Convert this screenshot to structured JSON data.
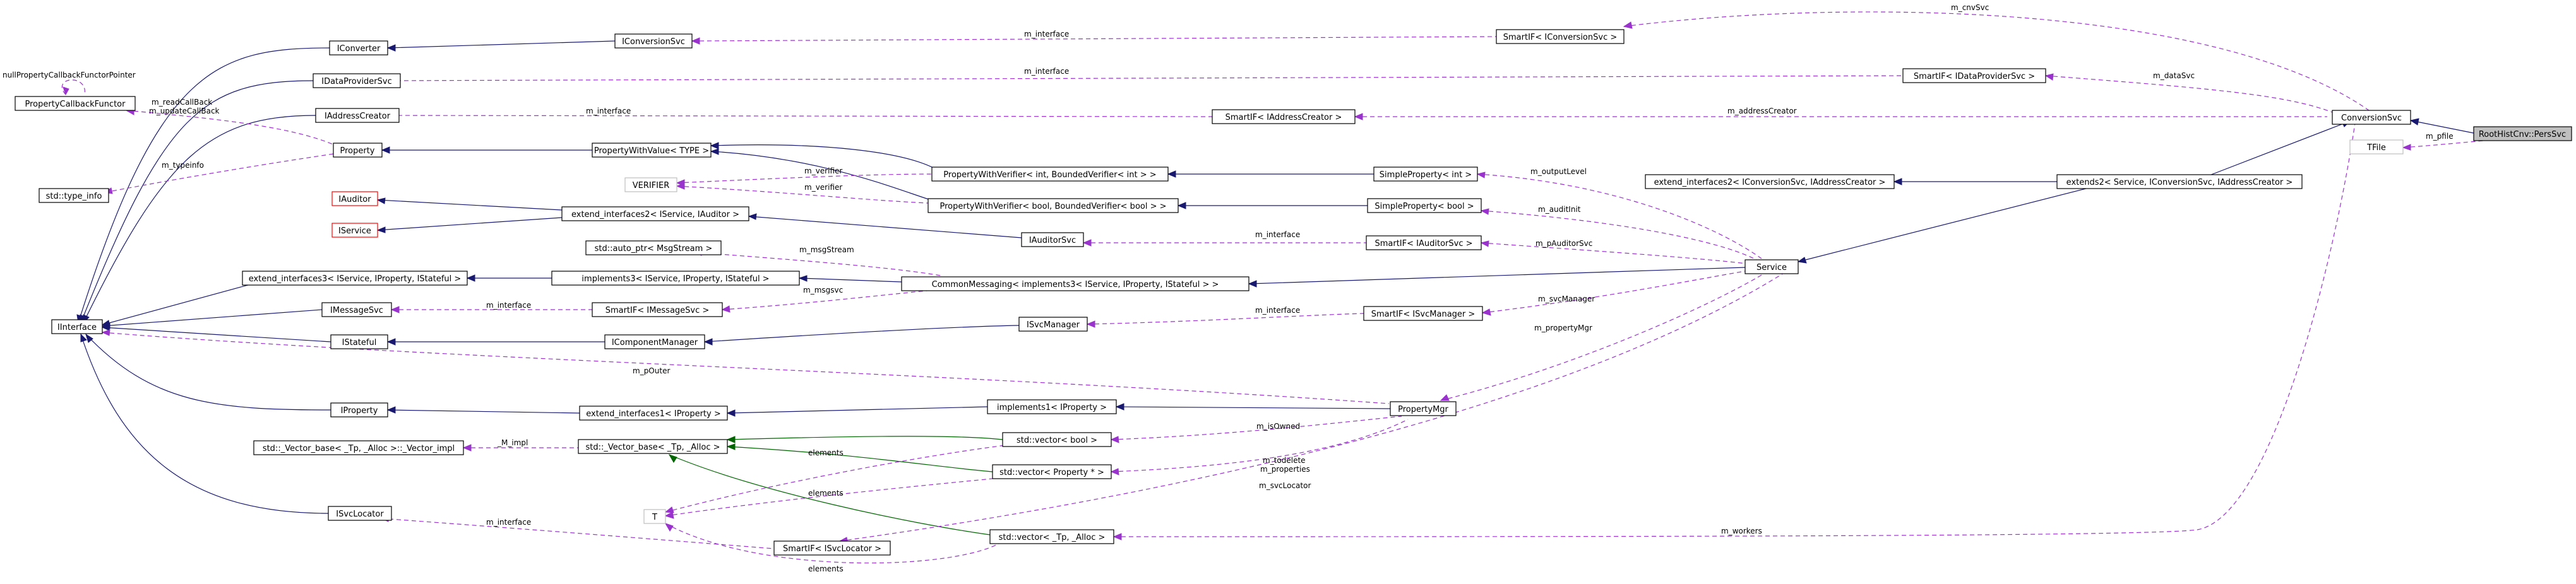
{
  "nodes": [
    {
      "id": "root",
      "label": "RootHistCnv::PersSvc",
      "style": "hl"
    },
    {
      "id": "conv",
      "label": "ConversionSvc",
      "style": ""
    },
    {
      "id": "tfile",
      "label": "TFile",
      "style": "gray"
    },
    {
      "id": "ext2",
      "label": "extends2< Service, IConversionSvc, IAddressCreator >",
      "style": ""
    },
    {
      "id": "eif2",
      "label": "extend_interfaces2< IConversionSvc, IAddressCreator >",
      "style": ""
    },
    {
      "id": "service",
      "label": "Service",
      "style": ""
    },
    {
      "id": "sfconv",
      "label": "SmartIF< IConversionSvc >",
      "style": ""
    },
    {
      "id": "sfdp",
      "label": "SmartIF< IDataProviderSvc >",
      "style": ""
    },
    {
      "id": "sfac",
      "label": "SmartIF< IAddressCreator >",
      "style": ""
    },
    {
      "id": "iconvsvc",
      "label": "IConversionSvc",
      "style": ""
    },
    {
      "id": "iconverter",
      "label": "IConverter",
      "style": ""
    },
    {
      "id": "idps",
      "label": "IDataProviderSvc",
      "style": ""
    },
    {
      "id": "iac",
      "label": "IAddressCreator",
      "style": ""
    },
    {
      "id": "pcf",
      "label": "PropertyCallbackFunctor",
      "style": ""
    },
    {
      "id": "property",
      "label": "Property",
      "style": ""
    },
    {
      "id": "pwv",
      "label": "PropertyWithValue< TYPE >",
      "style": ""
    },
    {
      "id": "typeinfo",
      "label": "std::type_info",
      "style": ""
    },
    {
      "id": "pwvint",
      "label": "PropertyWithVerifier< int, BoundedVerifier< int > >",
      "style": ""
    },
    {
      "id": "pwvbool",
      "label": "PropertyWithVerifier< bool, BoundedVerifier< bool > >",
      "style": ""
    },
    {
      "id": "verifier",
      "label": "VERIFIER",
      "style": "gray"
    },
    {
      "id": "spint",
      "label": "SimpleProperty< int >",
      "style": ""
    },
    {
      "id": "spbool",
      "label": "SimpleProperty< bool >",
      "style": ""
    },
    {
      "id": "iauditor",
      "label": "IAuditor",
      "style": "red"
    },
    {
      "id": "iservice",
      "label": "IService",
      "style": "red"
    },
    {
      "id": "eif2ia",
      "label": "extend_interfaces2< IService, IAuditor >",
      "style": ""
    },
    {
      "id": "iauditorsvc",
      "label": "IAuditorSvc",
      "style": ""
    },
    {
      "id": "sfauditor",
      "label": "SmartIF< IAuditorSvc >",
      "style": ""
    },
    {
      "id": "eif3",
      "label": "extend_interfaces3< IService, IProperty, IStateful >",
      "style": ""
    },
    {
      "id": "impl3",
      "label": "implements3< IService, IProperty, IStateful >",
      "style": ""
    },
    {
      "id": "autoptr",
      "label": "std::auto_ptr< MsgStream >",
      "style": ""
    },
    {
      "id": "cm",
      "label": "CommonMessaging< implements3< IService, IProperty, IStateful > >",
      "style": ""
    },
    {
      "id": "imsgsvc",
      "label": "IMessageSvc",
      "style": ""
    },
    {
      "id": "sfmsg",
      "label": "SmartIF< IMessageSvc >",
      "style": ""
    },
    {
      "id": "iinterface",
      "label": "IInterface",
      "style": ""
    },
    {
      "id": "istateful",
      "label": "IStateful",
      "style": ""
    },
    {
      "id": "icm",
      "label": "IComponentManager",
      "style": ""
    },
    {
      "id": "isvcmgr",
      "label": "ISvcManager",
      "style": ""
    },
    {
      "id": "sfsvcmgr",
      "label": "SmartIF< ISvcManager >",
      "style": ""
    },
    {
      "id": "iproperty",
      "label": "IProperty",
      "style": ""
    },
    {
      "id": "eif1",
      "label": "extend_interfaces1< IProperty >",
      "style": ""
    },
    {
      "id": "impl1",
      "label": "implements1< IProperty >",
      "style": ""
    },
    {
      "id": "propmgr",
      "label": "PropertyMgr",
      "style": ""
    },
    {
      "id": "vbimpl",
      "label": "std::_Vector_base< _Tp, _Alloc >::_Vector_impl",
      "style": ""
    },
    {
      "id": "vb",
      "label": "std::_Vector_base< _Tp, _Alloc >",
      "style": ""
    },
    {
      "id": "vbool",
      "label": "std::vector< bool >",
      "style": ""
    },
    {
      "id": "vprop",
      "label": "std::vector< Property * >",
      "style": ""
    },
    {
      "id": "vtp",
      "label": "std::vector< _Tp, _Alloc >",
      "style": ""
    },
    {
      "id": "isvcloc",
      "label": "ISvcLocator",
      "style": ""
    },
    {
      "id": "T",
      "label": "T",
      "style": "gray"
    },
    {
      "id": "sfsvcloc",
      "label": "SmartIF< ISvcLocator >",
      "style": ""
    }
  ],
  "edge_labels": {
    "cnvSvc": "m_cnvSvc",
    "interface": "m_interface",
    "dataSvc": "m_dataSvc",
    "addressCreator": "m_addressCreator",
    "pfile": "m_pfile",
    "nullPCFP": "nullPropertyCallbackFunctorPointer",
    "readCallBack": "m_readCallBack",
    "updateCallBack": "m_updateCallBack",
    "typeinfo": "m_typeinfo",
    "verifier": "m_verifier",
    "outputLevel": "m_outputLevel",
    "auditInit": "m_auditInit",
    "pAuditorSvc": "m_pAuditorSvc",
    "msgStream": "m_msgStream",
    "msgsvc": "m_msgsvc",
    "svcManager": "m_svcManager",
    "propertyMgr": "m_propertyMgr",
    "pOuter": "m_pOuter",
    "impl": "_M_impl",
    "isOwned": "m_isOwned",
    "todelete": "m_todelete",
    "properties": "m_properties",
    "elements": "elements",
    "svcLocator": "m_svcLocator",
    "workers": "m_workers"
  }
}
